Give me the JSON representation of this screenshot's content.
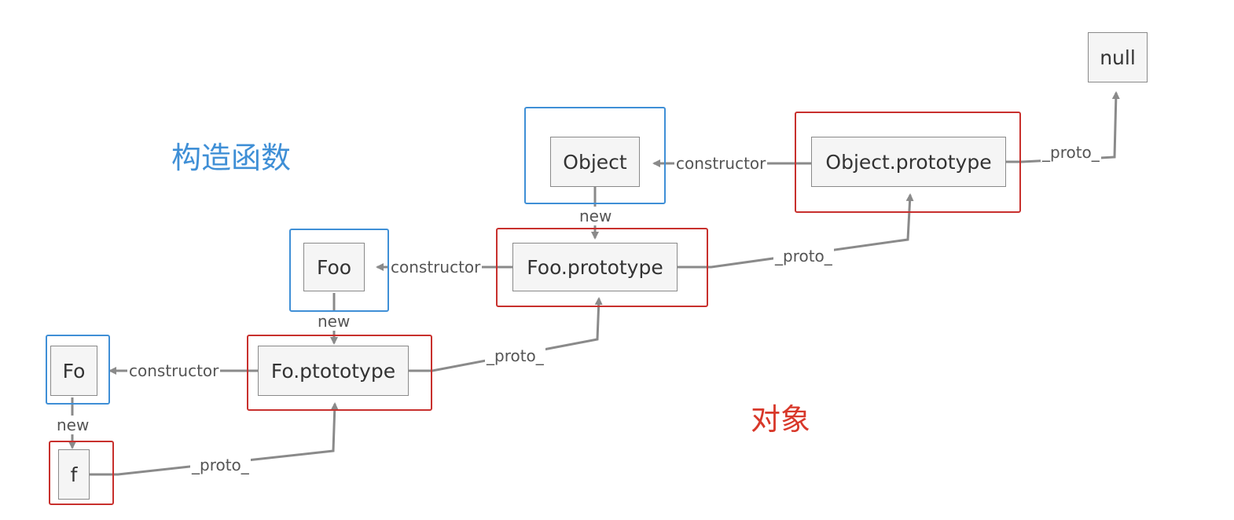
{
  "captions": {
    "constructors": "构造函数",
    "objects": "对象"
  },
  "nodes": {
    "null": "null",
    "object": "Object",
    "object_prototype": "Object.prototype",
    "foo": "Foo",
    "foo_prototype": "Foo.prototype",
    "fo": "Fo",
    "fo_prototype": "Fo.ptototype",
    "f": "f"
  },
  "edge_labels": {
    "constructor": "constructor",
    "proto": "_proto_",
    "new": "new"
  },
  "colors": {
    "constructor_frame": "#3f8fd6",
    "object_frame": "#c8302d",
    "arrow": "#8a8a8a"
  }
}
